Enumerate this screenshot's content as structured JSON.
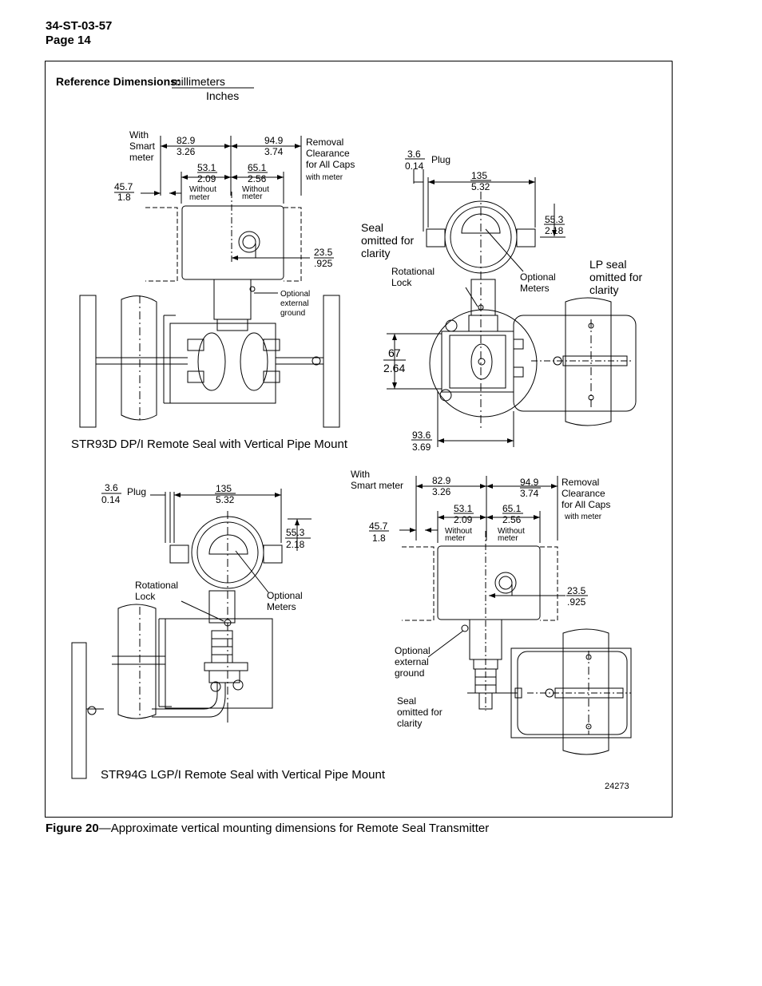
{
  "header": {
    "doc_number": "34-ST-03-57",
    "page": "Page 14"
  },
  "reference": {
    "label": "Reference Dimensions:",
    "unit_top": "millimeters",
    "unit_bottom": "Inches"
  },
  "fig_a": {
    "title": "STR93D DP/I Remote Seal with Vertical Pipe Mount",
    "with_l1": "With",
    "with_l2": "Smart",
    "with_l3": "meter",
    "d829_mm": "82.9",
    "d829_in": "3.26",
    "d949_mm": "94.9",
    "d949_in": "3.74",
    "removal_l1": "Removal",
    "removal_l2": "Clearance",
    "removal_l3": "for All Caps",
    "removal_l4": "with meter",
    "d531_mm": "53.1",
    "d531_in": "2.09",
    "d651_mm": "65.1",
    "d651_in": "2.56",
    "wo_l1": "Without",
    "wo_l2": "meter",
    "d457_mm": "45.7",
    "d457_in": "1.8",
    "d235_mm": "23.5",
    "d235_in": ".925",
    "ground_l1": "Optional",
    "ground_l2": "external",
    "ground_l3": "ground"
  },
  "fig_b": {
    "d36_mm": "3.6",
    "d36_in": "0.14",
    "plug": "Plug",
    "d135_mm": "135",
    "d135_in": "5.32",
    "d553_mm": "55.3",
    "d553_in": "2.18",
    "seal_l1": "Seal",
    "seal_l2": "omitted for",
    "seal_l3": "clarity",
    "rot_l1": "Rotational",
    "rot_l2": "Lock",
    "opt_l1": "Optional",
    "opt_l2": "Meters",
    "lp_l1": "LP seal",
    "lp_l2": "omitted for",
    "lp_l3": "clarity",
    "d67_mm": "67",
    "d67_in": "2.64",
    "d936_mm": "93.6",
    "d936_in": "3.69"
  },
  "fig_c": {
    "title": "STR94G LGP/I Remote Seal with Vertical Pipe Mount",
    "d36_mm": "3.6",
    "d36_in": "0.14",
    "plug": "Plug",
    "d135_mm": "135",
    "d135_in": "5.32",
    "d553_mm": "55.3",
    "d553_in": "2.18",
    "rot_l1": "Rotational",
    "rot_l2": "Lock",
    "opt_l1": "Optional",
    "opt_l2": "Meters"
  },
  "fig_d": {
    "with_l1": "With",
    "with_l2": "Smart meter",
    "d829_mm": "82.9",
    "d829_in": "3.26",
    "d949_mm": "94.9",
    "d949_in": "3.74",
    "removal_l1": "Removal",
    "removal_l2": "Clearance",
    "removal_l3": "for All Caps",
    "removal_l4": "with meter",
    "d531_mm": "53.1",
    "d531_in": "2.09",
    "d651_mm": "65.1",
    "d651_in": "2.56",
    "wo_l1": "Without",
    "wo_l2": "meter",
    "d457_mm": "45.7",
    "d457_in": "1.8",
    "d235_mm": "23.5",
    "d235_in": ".925",
    "ground_l1": "Optional",
    "ground_l2": "external",
    "ground_l3": "ground",
    "seal_l1": "Seal",
    "seal_l2": "omitted for",
    "seal_l3": "clarity"
  },
  "drawing_number": "24273",
  "caption": {
    "label": "Figure 20",
    "text": "—Approximate vertical mounting dimensions for Remote Seal Transmitter"
  }
}
